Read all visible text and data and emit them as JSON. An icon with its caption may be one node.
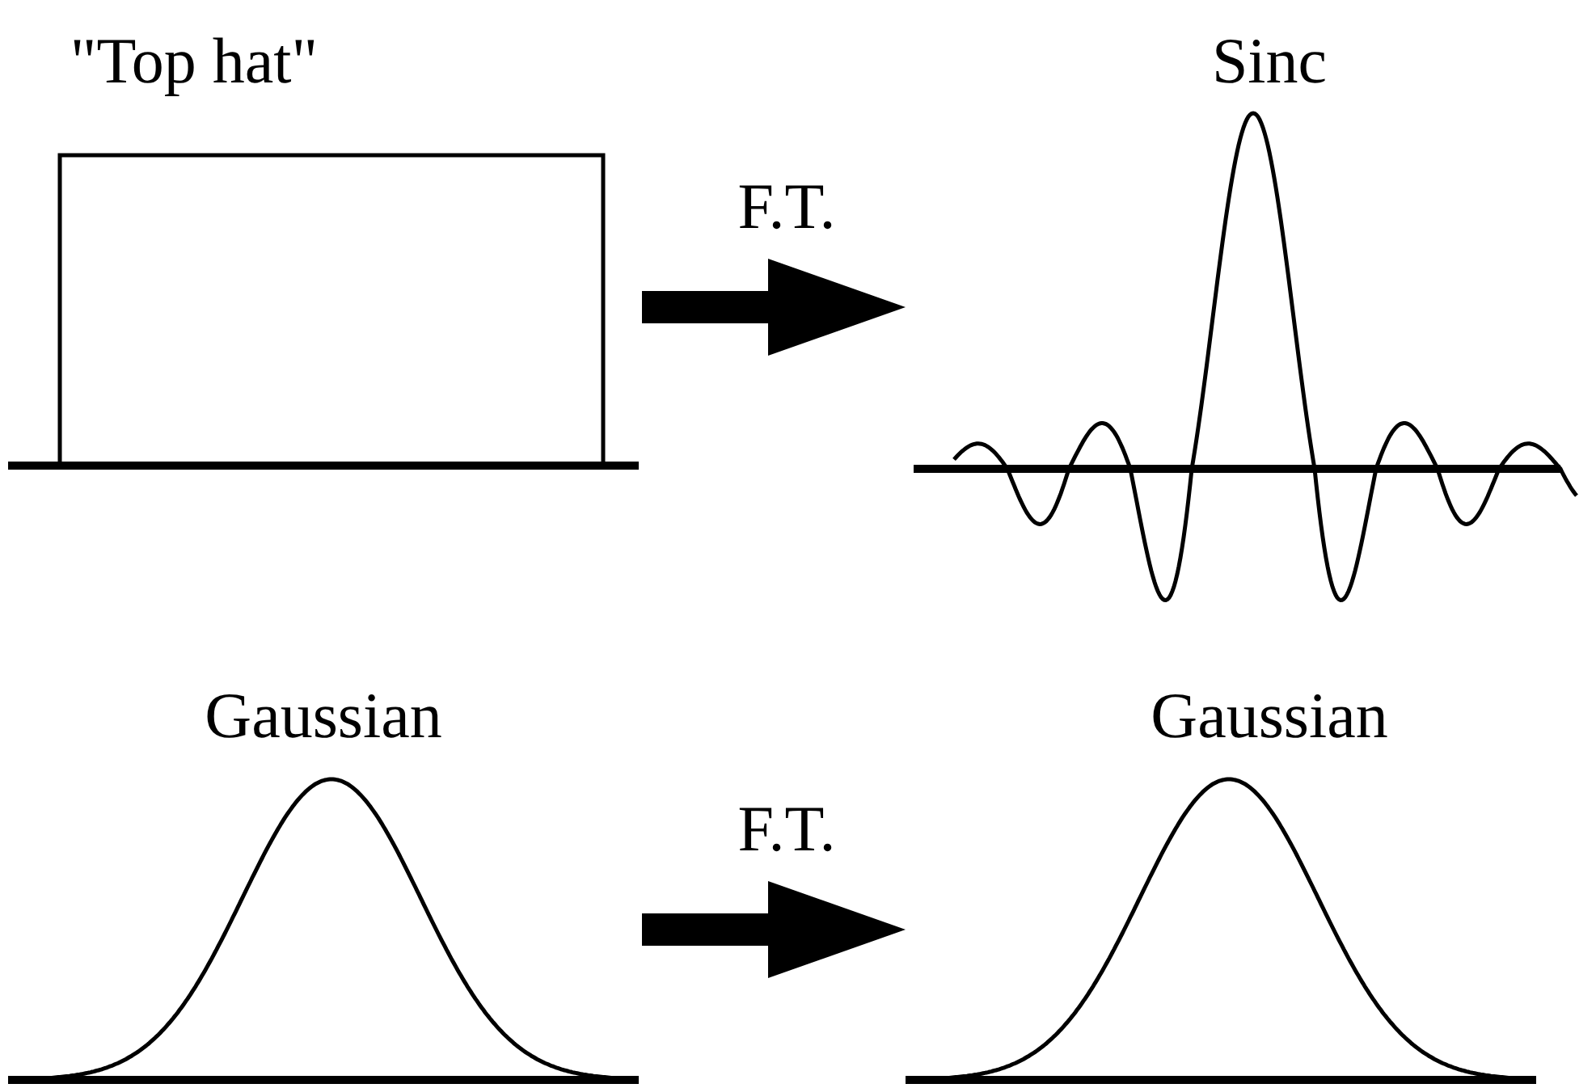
{
  "diagram": {
    "nodes": [
      {
        "text": [
          "\"Top hat\""
        ]
      },
      {
        "text": [
          "Sinc"
        ]
      },
      {
        "text": [
          "Gaussian"
        ]
      },
      {
        "text": [
          "Gaussian"
        ]
      }
    ],
    "edges": [
      {
        "from": 0,
        "to": 1,
        "arrow": "to",
        "label": "F.T."
      },
      {
        "from": 2,
        "to": 3,
        "arrow": "to",
        "label": "F.T."
      }
    ]
  }
}
